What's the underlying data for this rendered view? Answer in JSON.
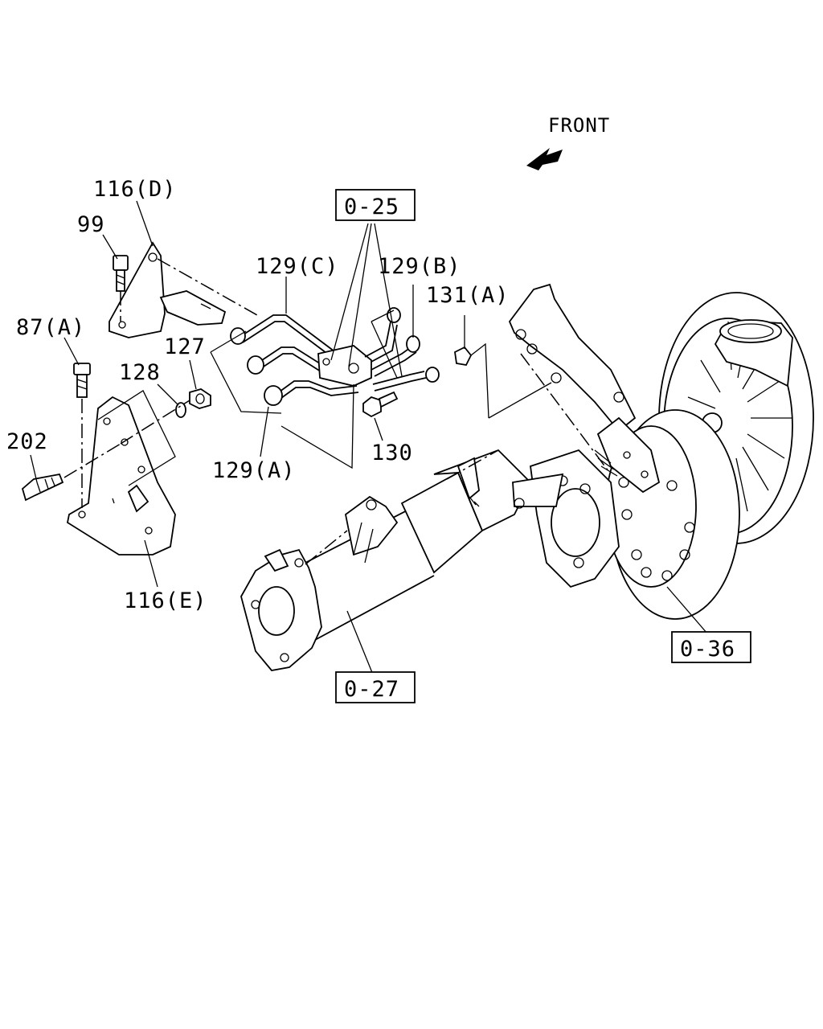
{
  "front_label": "FRONT",
  "part_labels": {
    "p116d": "116(D)",
    "p99": "99",
    "p87a": "87(A)",
    "p202": "202",
    "p116e": "116(E)",
    "p127": "127",
    "p128": "128",
    "p129c": "129(C)",
    "p129b": "129(B)",
    "p129a": "129(A)",
    "p131a": "131(A)",
    "p130": "130"
  },
  "ref_boxes": {
    "r025": "0-25",
    "r027": "0-27",
    "r036": "0-36"
  }
}
